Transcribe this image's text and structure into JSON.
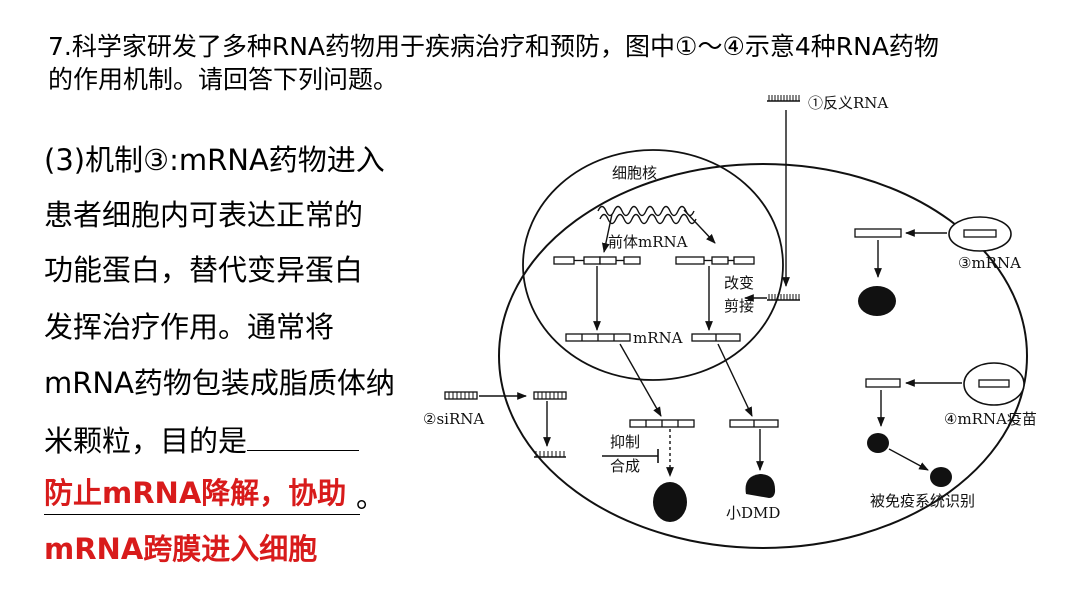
{
  "question": {
    "line1": "7.科学家研发了多种RNA药物用于疾病治疗和预防，图中①～④示意4种RNA药物",
    "line2": "的作用机制。请回答下列问题。"
  },
  "answer": {
    "lines": [
      "(3)机制③:mRNA药物进入",
      "患者细胞内可表达正常的",
      "功能蛋白，替代变异蛋白",
      "发挥治疗作用。通常将",
      "mRNA药物包装成脂质体纳",
      "米颗粒，目的是"
    ],
    "red_line1": "防止mRNA降解，协助",
    "period": "。",
    "red_line2": "mRNA跨膜进入细胞",
    "red_color": "#d81b1b"
  },
  "diagram": {
    "antisense_label": "①反义RNA",
    "nucleus_label": "细胞核",
    "pre_mrna_label": "前体mRNA",
    "change_label_1": "改变",
    "change_label_2": "剪接",
    "mrna_label": "mRNA",
    "sirna_label": "②siRNA",
    "inhibit_label": "抑制",
    "synth_label": "合成",
    "small_dmd_label": "小DMD",
    "drug3_label": "③mRNA",
    "vaccine_label": "④mRNA疫苗",
    "immune_label": "被免疫系统识别"
  }
}
